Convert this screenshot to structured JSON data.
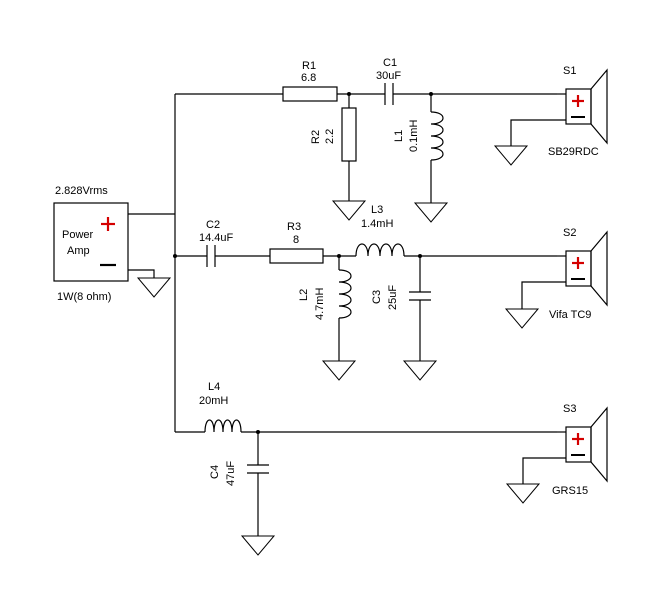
{
  "source": {
    "voltage": "2.828Vrms",
    "name_line1": "Power",
    "name_line2": "Amp",
    "power": "1W(8 ohm)"
  },
  "components": {
    "r1": {
      "ref": "R1",
      "value": "6.8"
    },
    "c1": {
      "ref": "C1",
      "value": "30uF"
    },
    "r2": {
      "ref": "R2",
      "value": "2.2"
    },
    "l1": {
      "ref": "L1",
      "value": "0.1mH"
    },
    "c2": {
      "ref": "C2",
      "value": "14.4uF"
    },
    "r3": {
      "ref": "R3",
      "value": "8"
    },
    "l3": {
      "ref": "L3",
      "value": "1.4mH"
    },
    "l2": {
      "ref": "L2",
      "value": "4.7mH"
    },
    "c3": {
      "ref": "C3",
      "value": "25uF"
    },
    "l4": {
      "ref": "L4",
      "value": "20mH"
    },
    "c4": {
      "ref": "C4",
      "value": "47uF"
    }
  },
  "speakers": {
    "s1": {
      "ref": "S1",
      "model": "SB29RDC"
    },
    "s2": {
      "ref": "S2",
      "model": "Vifa TC9"
    },
    "s3": {
      "ref": "S3",
      "model": "GRS15"
    }
  },
  "colors": {
    "polarity_mark": "#d40000",
    "wire": "#000000"
  }
}
